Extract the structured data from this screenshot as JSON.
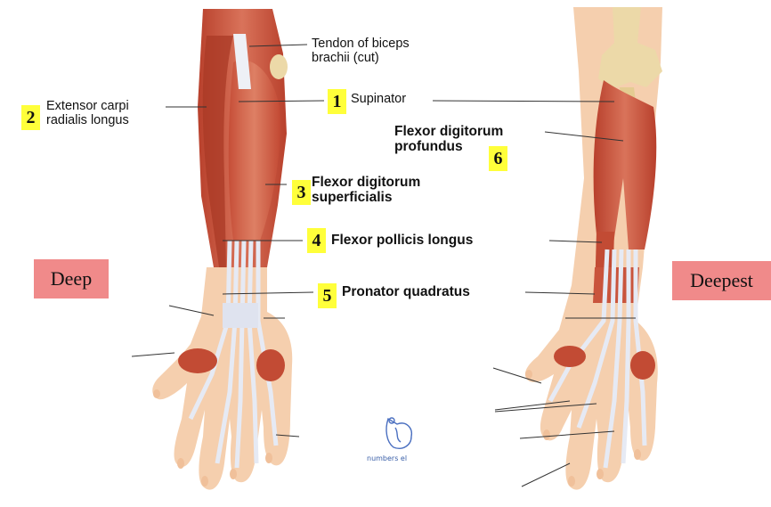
{
  "labels": {
    "biceps": [
      "Tendon of biceps",
      "brachii (cut)"
    ],
    "ecrl": [
      "Extensor carpi",
      "radialis longus"
    ],
    "supinator": "Supinator",
    "fdp": [
      "Flexor digitorum",
      "profundus"
    ],
    "fds": [
      "Flexor digitorum",
      "superficialis"
    ],
    "fpl": "Flexor pollicis longus",
    "pq": "Pronator quadratus"
  },
  "numbers": {
    "n1": "1",
    "n2": "2",
    "n3": "3",
    "n4": "4",
    "n5": "5",
    "n6": "6"
  },
  "tags": {
    "deep": "Deep",
    "deepest": "Deepest"
  },
  "watermark": "numbers el",
  "colors": {
    "number_highlight": "#ffff3a",
    "tag_background": "#f08a8a",
    "muscle": "#c9543c",
    "tendon": "#e6eaf4",
    "bone": "#ecd9a8",
    "skin": "#f5cfae"
  }
}
